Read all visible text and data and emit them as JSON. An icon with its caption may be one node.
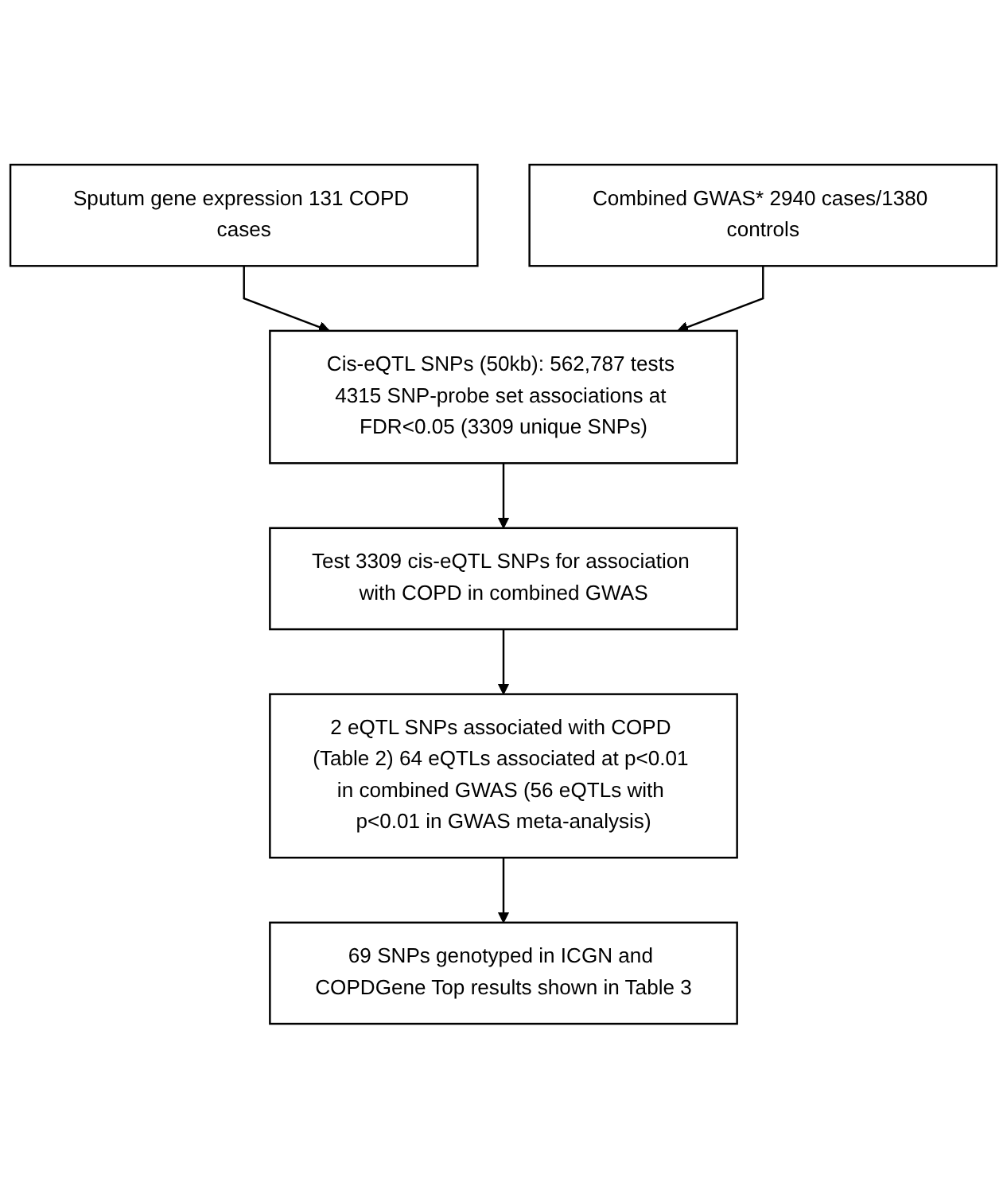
{
  "diagram": {
    "nodes": [
      {
        "text": [
          "Sputum gene expression 131 COPD cases"
        ]
      },
      {
        "text": [
          "Combined GWAS* 2940 cases/1380 controls"
        ]
      },
      {
        "text": [
          "Cis-eQTL SNPs (50kb): 562,787 tests 4315 SNP-probe set associations at FDR<0.05 (3309 unique SNPs)"
        ]
      },
      {
        "text": [
          "Test 3309 cis-eQTL SNPs for association with COPD in combined GWAS"
        ]
      },
      {
        "text": [
          "2 eQTL SNPs associated with COPD (Table 2) 64 eQTLs associated at p<0.01 in combined GWAS (56 eQTLs with p<0.01 in GWAS meta-analysis)"
        ]
      },
      {
        "text": [
          "69 SNPs genotyped in ICGN and COPDGene Top results shown in Table 3"
        ]
      }
    ],
    "edges": [
      {
        "from": 0,
        "to": 2,
        "arrow": "to"
      },
      {
        "from": 1,
        "to": 2,
        "arrow": "to"
      },
      {
        "from": 2,
        "to": 3,
        "arrow": "to"
      },
      {
        "from": 3,
        "to": 4,
        "arrow": "to"
      },
      {
        "from": 4,
        "to": 5,
        "arrow": "to"
      }
    ]
  }
}
